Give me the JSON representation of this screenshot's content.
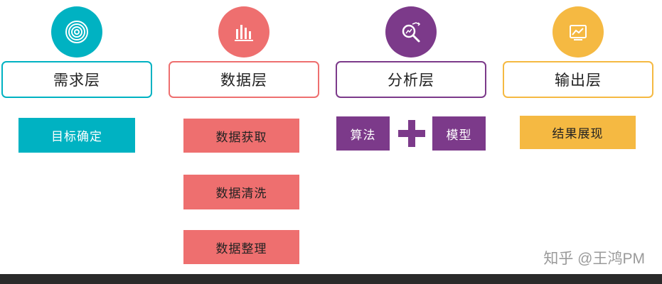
{
  "columns": [
    {
      "layer": "需求层",
      "icon": "target-icon",
      "color": "#00b2c2",
      "items": [
        "目标确定"
      ]
    },
    {
      "layer": "数据层",
      "icon": "bar-chart-icon",
      "color": "#ee6f6f",
      "items": [
        "数据获取",
        "数据清洗",
        "数据整理"
      ]
    },
    {
      "layer": "分析层",
      "icon": "magnifier-chart-icon",
      "color": "#7c3a8a",
      "items": [
        "算法",
        "模型"
      ],
      "joiner_icon": "plus-icon"
    },
    {
      "layer": "输出层",
      "icon": "presentation-icon",
      "color": "#f5b942",
      "items": [
        "结果展现"
      ]
    }
  ],
  "watermark": "知乎 @王鸿PM"
}
